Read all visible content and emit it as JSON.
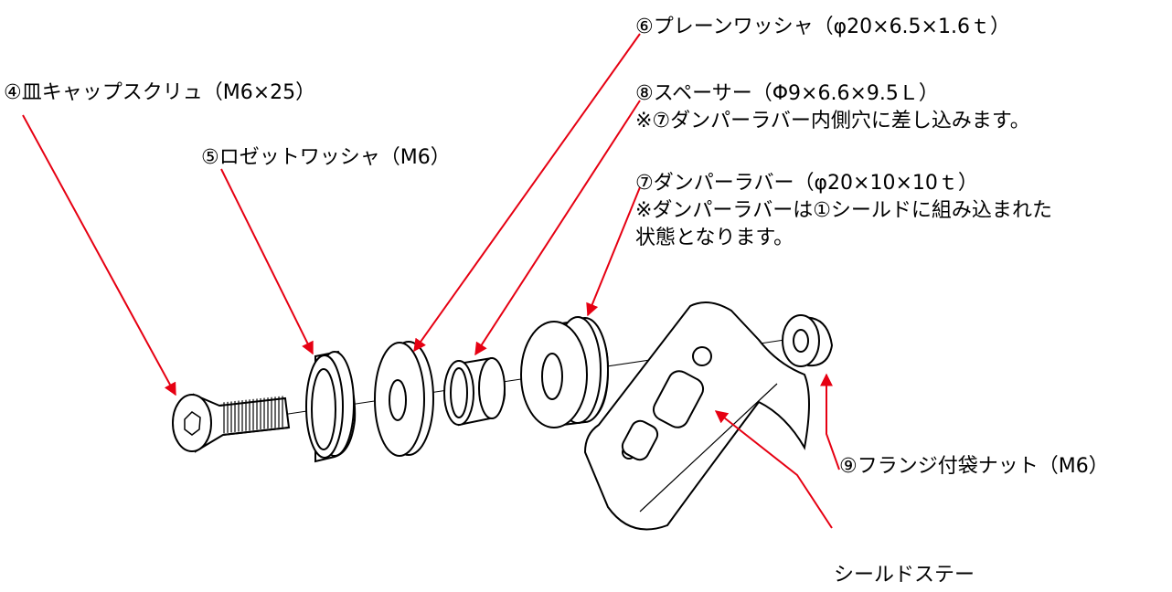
{
  "labels": {
    "screw": "④皿キャップスクリュ（M6×25）",
    "rosette_washer": "⑤ロゼットワッシャ（M6）",
    "plain_washer": "⑥プレーンワッシャ（φ20×6.5×1.6ｔ）",
    "spacer": {
      "line1": "⑧スペーサー（Φ9×6.6×9.5Ｌ）",
      "line2": "※⑦ダンパーラバー内側穴に差し込みます。"
    },
    "damper_rubber": {
      "line1": "⑦ダンパーラバー（φ20×10×10ｔ）",
      "line2": "※ダンパーラバーは①シールドに組み込まれた",
      "line3": "状態となります。"
    },
    "flange_nut": "⑨フランジ付袋ナット（M6）",
    "shield_stay": "シールドステー"
  },
  "colors": {
    "arrow": "#e60012",
    "line": "#000000",
    "background": "#ffffff"
  }
}
